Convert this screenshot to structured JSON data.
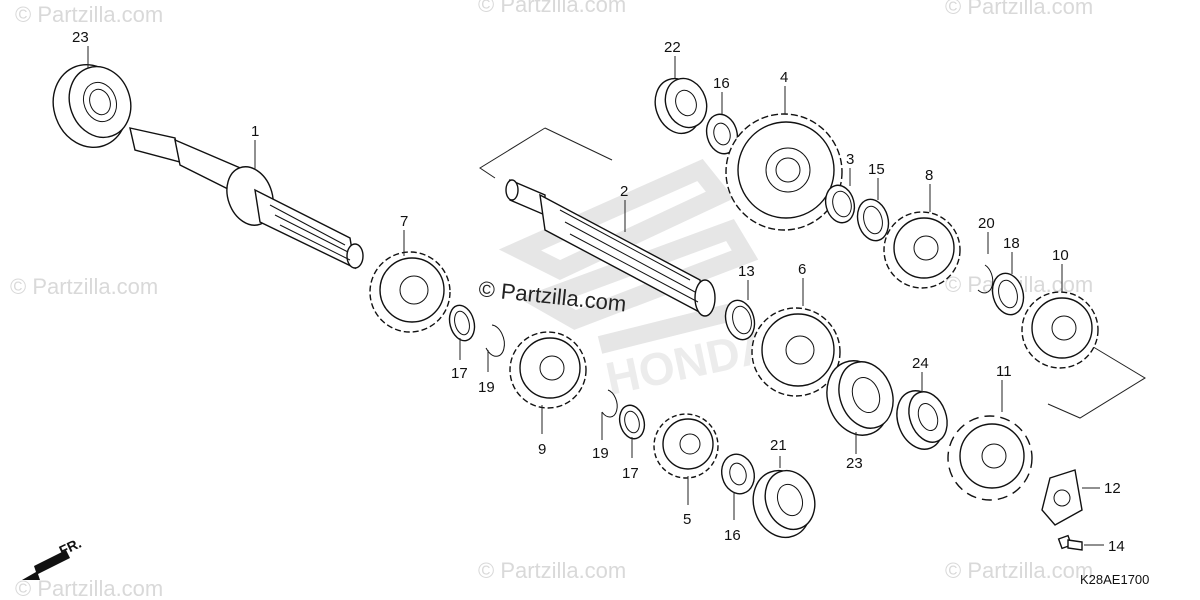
{
  "watermarks": {
    "text": "© Partzilla.com",
    "center_text": "© Partzilla.com"
  },
  "diagram_code": "K28AE1700",
  "front_label": "FR.",
  "colors": {
    "ink": "#111111",
    "watermark": "#d9d9d9",
    "background": "#ffffff"
  },
  "parts": [
    {
      "key": "p23a",
      "num": "23",
      "name": "bearing"
    },
    {
      "key": "p1",
      "num": "1",
      "name": "mainshaft"
    },
    {
      "key": "p7",
      "num": "7",
      "name": "gear"
    },
    {
      "key": "p17a",
      "num": "17",
      "name": "washer"
    },
    {
      "key": "p19a",
      "num": "19",
      "name": "circlip"
    },
    {
      "key": "p9",
      "num": "9",
      "name": "gear"
    },
    {
      "key": "p19b",
      "num": "19",
      "name": "circlip"
    },
    {
      "key": "p17b",
      "num": "17",
      "name": "washer"
    },
    {
      "key": "p5",
      "num": "5",
      "name": "gear"
    },
    {
      "key": "p16b",
      "num": "16",
      "name": "washer"
    },
    {
      "key": "p21",
      "num": "21",
      "name": "bearing"
    },
    {
      "key": "p2",
      "num": "2",
      "name": "countershaft"
    },
    {
      "key": "p22",
      "num": "22",
      "name": "bearing"
    },
    {
      "key": "p16a",
      "num": "16",
      "name": "washer"
    },
    {
      "key": "p4",
      "num": "4",
      "name": "gear"
    },
    {
      "key": "p3",
      "num": "3",
      "name": "bushing"
    },
    {
      "key": "p15",
      "num": "15",
      "name": "washer"
    },
    {
      "key": "p8",
      "num": "8",
      "name": "gear"
    },
    {
      "key": "p20",
      "num": "20",
      "name": "circlip"
    },
    {
      "key": "p18",
      "num": "18",
      "name": "washer"
    },
    {
      "key": "p10",
      "num": "10",
      "name": "gear"
    },
    {
      "key": "p13",
      "num": "13",
      "name": "bushing"
    },
    {
      "key": "p6",
      "num": "6",
      "name": "gear"
    },
    {
      "key": "p23b",
      "num": "23",
      "name": "bearing"
    },
    {
      "key": "p24",
      "num": "24",
      "name": "oil-seal"
    },
    {
      "key": "p11",
      "num": "11",
      "name": "sprocket"
    },
    {
      "key": "p12",
      "num": "12",
      "name": "plate"
    },
    {
      "key": "p14",
      "num": "14",
      "name": "bolt"
    }
  ]
}
